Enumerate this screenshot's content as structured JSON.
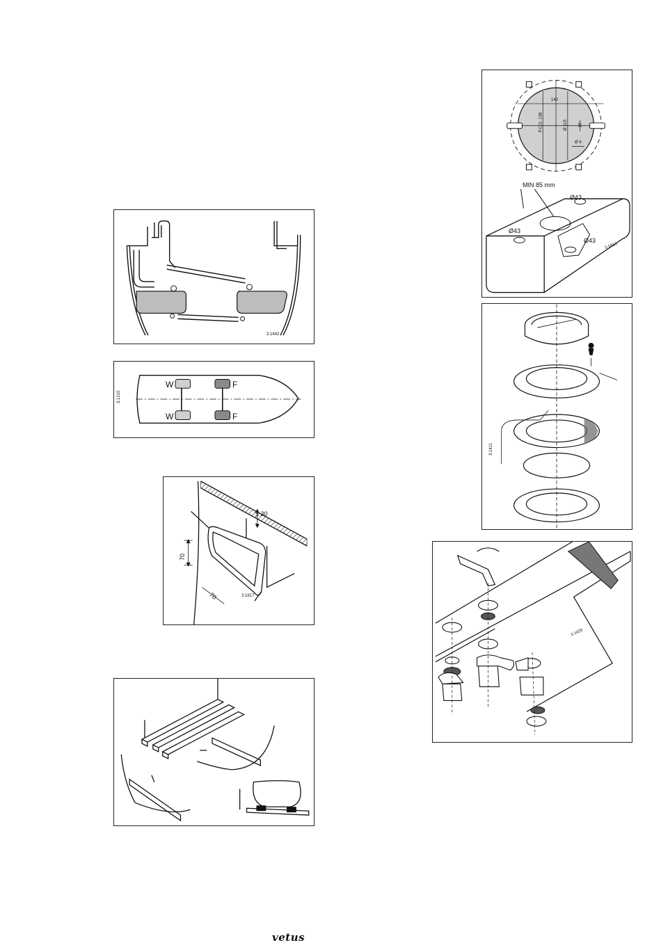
{
  "figures": {
    "hull_section": {
      "code": "3.1442"
    },
    "top_view": {
      "code": "3.1210",
      "labels": [
        "W",
        "F",
        "W",
        "F"
      ]
    },
    "bulkhead": {
      "dim_top": "± 30",
      "dim_side": "70",
      "dim_bottom": "70",
      "code": "3.1817"
    },
    "support_strips": {},
    "tank_drawing": {
      "dim_140": "140",
      "pcd": "P.C.D. 138",
      "dia_inner": "Ø 115",
      "dim_10": "10",
      "dia_6": "Ø 6",
      "min_clearance": "MIN 85 mm",
      "port_1": "Ø43",
      "port_2": "Ø43",
      "port_3": "Ø43",
      "code": "3.1813"
    },
    "inspection_lid": {
      "code": "3.1411"
    },
    "fittings": {
      "code": "3.1425"
    }
  },
  "footer": {
    "logo": "vetus"
  }
}
